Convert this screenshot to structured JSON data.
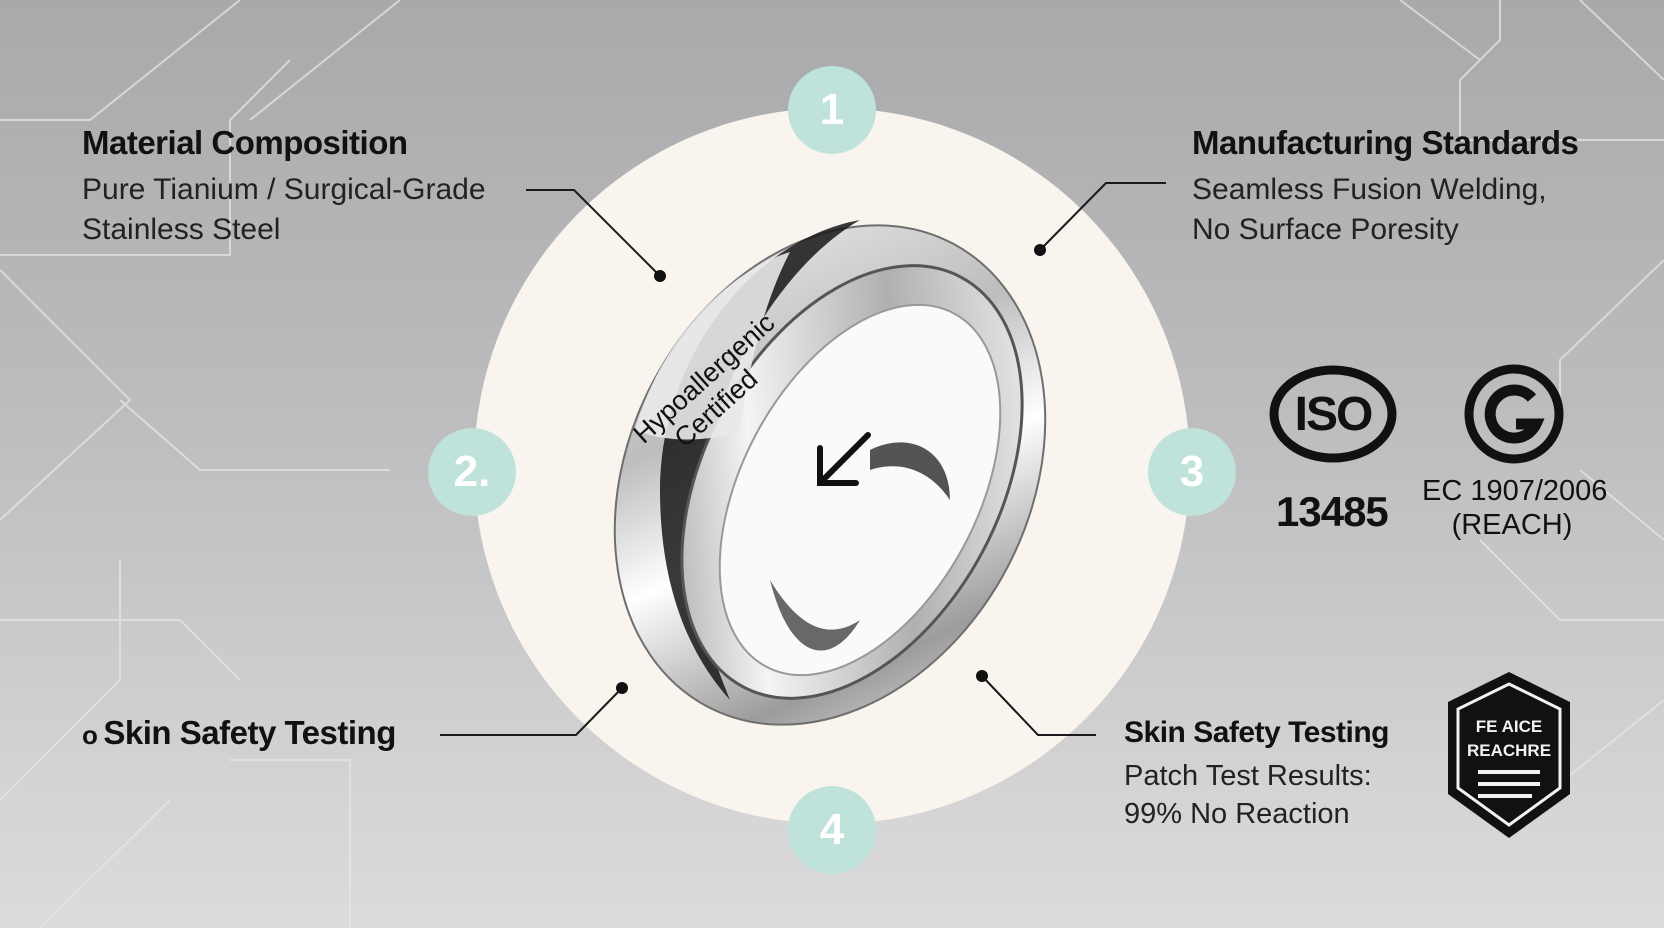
{
  "ring": {
    "engraving_line1": "Hypoallergenic",
    "engraving_line2": "Certified"
  },
  "badges": [
    "1",
    "2.",
    "3",
    "4"
  ],
  "sections": {
    "material": {
      "title": "Material Composition",
      "line1": "Pure Tianium / Surgical-Grade",
      "line2": "Stainless Steel"
    },
    "manufacturing": {
      "title": "Manufacturing Standards",
      "line1": "Seamless Fusion Welding,",
      "line2": "No Surface Poresity"
    },
    "skin_left": {
      "bullet": "o",
      "title": "Skin Safety Testing"
    },
    "skin_right": {
      "title": "Skin Safety Testing",
      "line1": "Patch Test Results:",
      "line2": "99% No Reaction"
    }
  },
  "certifications": {
    "iso": {
      "logo_text": "ISO",
      "number": "13485"
    },
    "ec": {
      "line1": "EC 1907/2006",
      "line2": "(REACH)"
    },
    "shield": {
      "line1": "FE AICE",
      "line2": "REACHRE"
    }
  },
  "colors": {
    "background_top": "#a9a9ab",
    "background_bottom": "#dcdcdd",
    "disc": "#f9f5ee",
    "badge": "#bfe3da",
    "shield": "#111111"
  },
  "icons": [
    "ring-image",
    "arrow-down-left-icon",
    "iso-logo",
    "ec-g-logo",
    "reach-shield-icon"
  ]
}
